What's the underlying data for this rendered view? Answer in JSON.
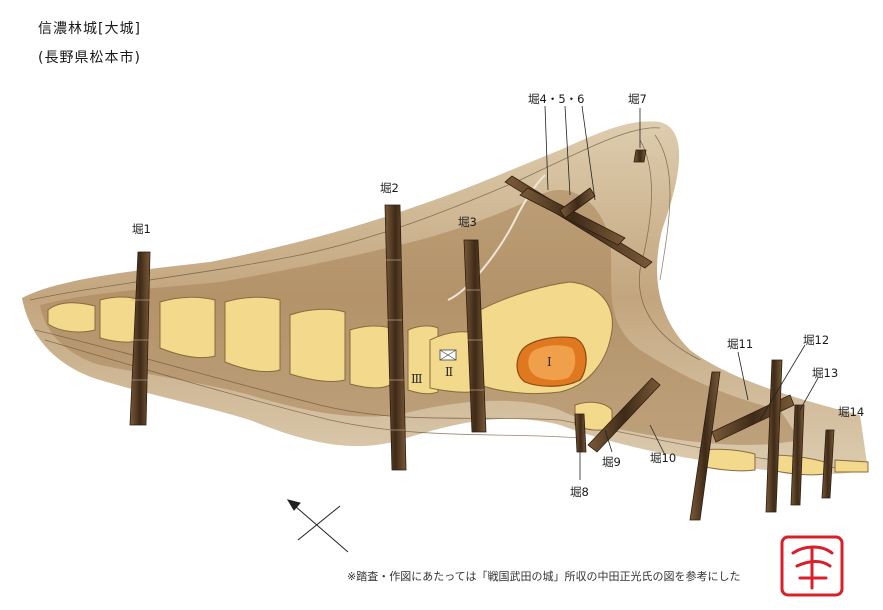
{
  "title": {
    "main": "信濃林城[大城]",
    "sub": "(長野県松本市)"
  },
  "moats": {
    "m1": "堀1",
    "m2": "堀2",
    "m3": "堀3",
    "m456": "堀4・5・6",
    "m7": "堀7",
    "m8": "堀8",
    "m9": "堀9",
    "m10": "堀10",
    "m11": "堀11",
    "m12": "堀12",
    "m13": "堀13",
    "m14": "堀14"
  },
  "enclosures": {
    "e1": "Ⅰ",
    "e2": "Ⅱ",
    "e3": "Ⅲ"
  },
  "footnote": "※踏査・作図にあたっては「戦国武田の城」所収の中田正光氏の図を参考にした",
  "colors": {
    "slope": "#c9b08a",
    "slope_dark": "#8a6a3c",
    "terrace": "#f2d98c",
    "core": "#e07820",
    "moat": "#5a4028",
    "seal": "#d8202a"
  },
  "icons": [
    "north-arrow-icon",
    "artist-seal-icon"
  ]
}
